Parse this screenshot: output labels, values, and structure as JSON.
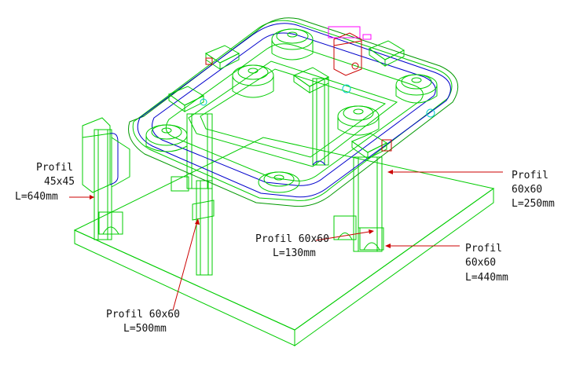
{
  "colors": {
    "background": "#ffffff",
    "frame": "#00cc00",
    "belt": "#0000cc",
    "leader": "#cc0000",
    "text": "#111111",
    "accent_magenta": "#ff00ff",
    "accent_cyan": "#00cccc"
  },
  "labels": {
    "profil_45": {
      "lines": [
        "Profil",
        "45x45",
        "L=640mm"
      ]
    },
    "profil_60_250": {
      "lines": [
        "Profil",
        "60x60",
        "L=250mm"
      ]
    },
    "profil_60_130": {
      "lines": [
        "Profil 60x60",
        "L=130mm"
      ]
    },
    "profil_60_440": {
      "lines": [
        "Profil",
        "60x60",
        "L=440mm"
      ]
    },
    "profil_60_500": {
      "lines": [
        "Profil 60x60",
        "L=500mm"
      ]
    }
  }
}
